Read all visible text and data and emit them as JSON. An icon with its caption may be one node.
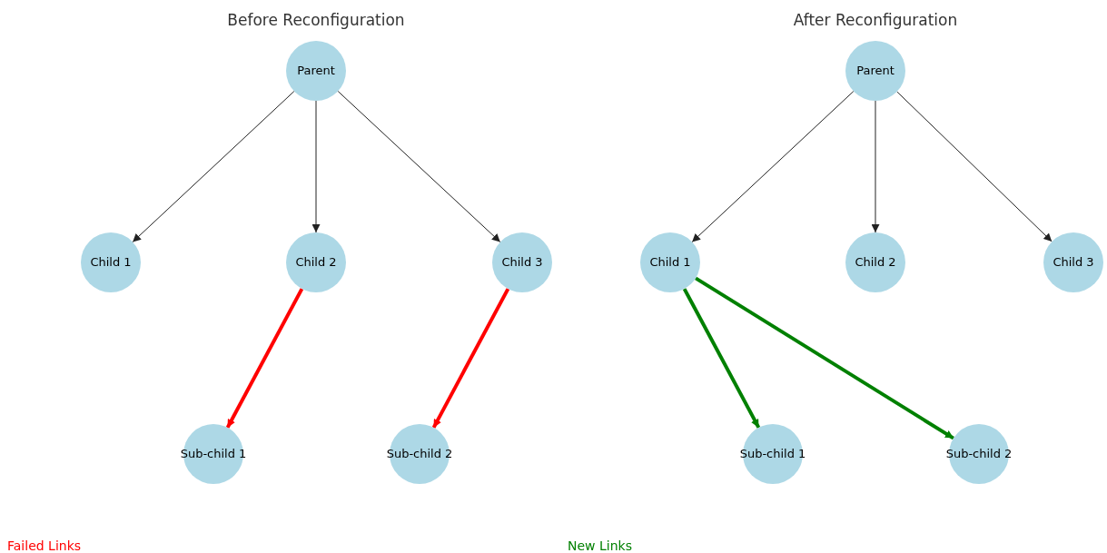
{
  "diagram": {
    "nodes": [
      {
        "text": [
          "Parent"
        ]
      },
      {
        "text": [
          "Child 1"
        ]
      },
      {
        "text": [
          "Child 2"
        ]
      },
      {
        "text": [
          "Child 3"
        ]
      },
      {
        "text": [
          "Sub-child 1"
        ]
      },
      {
        "text": [
          "Sub-child 2"
        ]
      },
      {
        "text": [
          "Parent"
        ]
      },
      {
        "text": [
          "Child 1"
        ]
      },
      {
        "text": [
          "Child 2"
        ]
      },
      {
        "text": [
          "Child 3"
        ]
      },
      {
        "text": [
          "Sub-child 1"
        ]
      },
      {
        "text": [
          "Sub-child 2"
        ]
      }
    ],
    "edges": [
      {
        "from": 0,
        "to": 1,
        "arrow": "to"
      },
      {
        "from": 0,
        "to": 2,
        "arrow": "to"
      },
      {
        "from": 0,
        "to": 3,
        "arrow": "to"
      },
      {
        "from": 2,
        "to": 4,
        "arrow": "to",
        "style": "thick",
        "color": "#ff0000"
      },
      {
        "from": 3,
        "to": 5,
        "arrow": "to",
        "style": "thick",
        "color": "#ff0000"
      },
      {
        "from": 6,
        "to": 7,
        "arrow": "to"
      },
      {
        "from": 6,
        "to": 8,
        "arrow": "to"
      },
      {
        "from": 6,
        "to": 9,
        "arrow": "to"
      },
      {
        "from": 7,
        "to": 10,
        "arrow": "to",
        "style": "thick",
        "color": "#008000"
      },
      {
        "from": 7,
        "to": 11,
        "arrow": "to",
        "style": "thick",
        "color": "#008000"
      }
    ],
    "labels": [
      "Before Reconfiguration",
      "After Reconfiguration",
      "Failed Links",
      "New Links"
    ]
  }
}
